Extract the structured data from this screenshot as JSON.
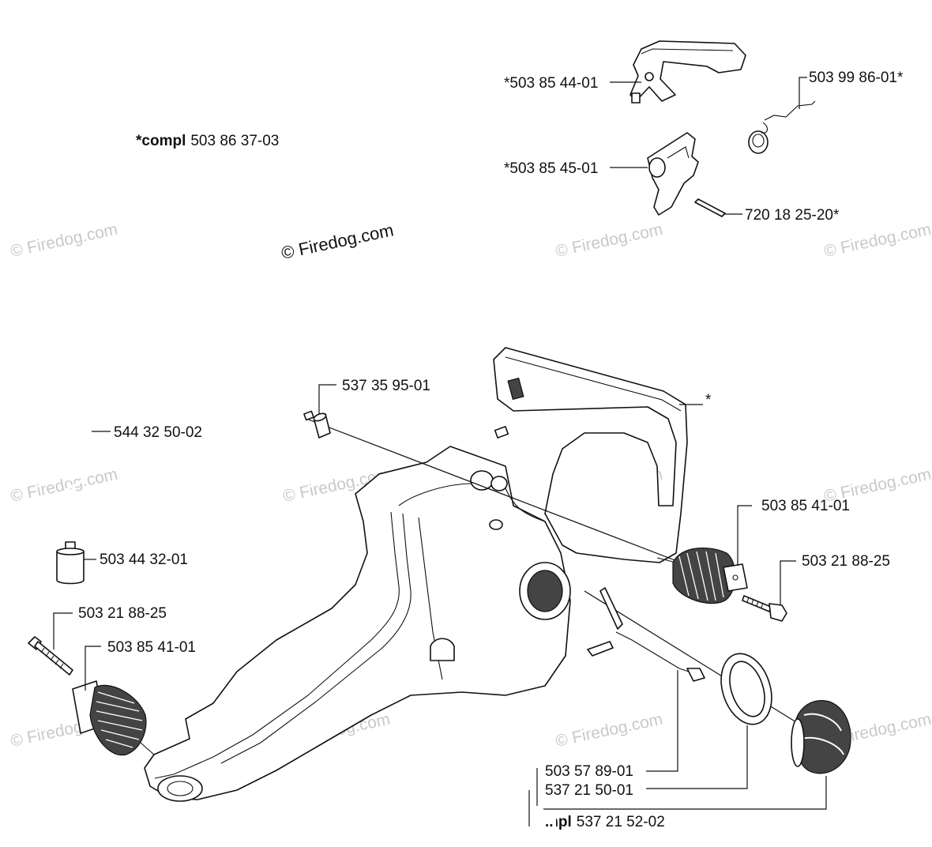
{
  "labels": {
    "compl_kit_prefix": "*compl",
    "compl_kit_number": "503 86 37-03",
    "trigger_top": "*503 85 44-01",
    "trigger_spring": "503 99 86-01*",
    "throttle_lockout": "*503 85 45-01",
    "pin": "720 18 25-20*",
    "fuel_hose": "544 32 50-02",
    "fuel_filter": "503 44 32-01",
    "screw_left": "503 21 88-25",
    "av_spring_left": "503 85 41-01",
    "dampener_nut": "537 35 95-01",
    "handle_star": "*",
    "av_spring_right": "503 85 41-01",
    "screw_right": "503 21 88-25",
    "cable": "503 57 89-01",
    "gasket": "537 21 50-01",
    "cap_compl_prefix": "mpl",
    "cap_compl_number": "537 21 52-02"
  },
  "watermark": {
    "main": "© Firedog.com",
    "repeat": "© Firedog.com"
  },
  "colors": {
    "ink": "#111111",
    "watermark": "#c9c9c9",
    "background": "#ffffff"
  }
}
